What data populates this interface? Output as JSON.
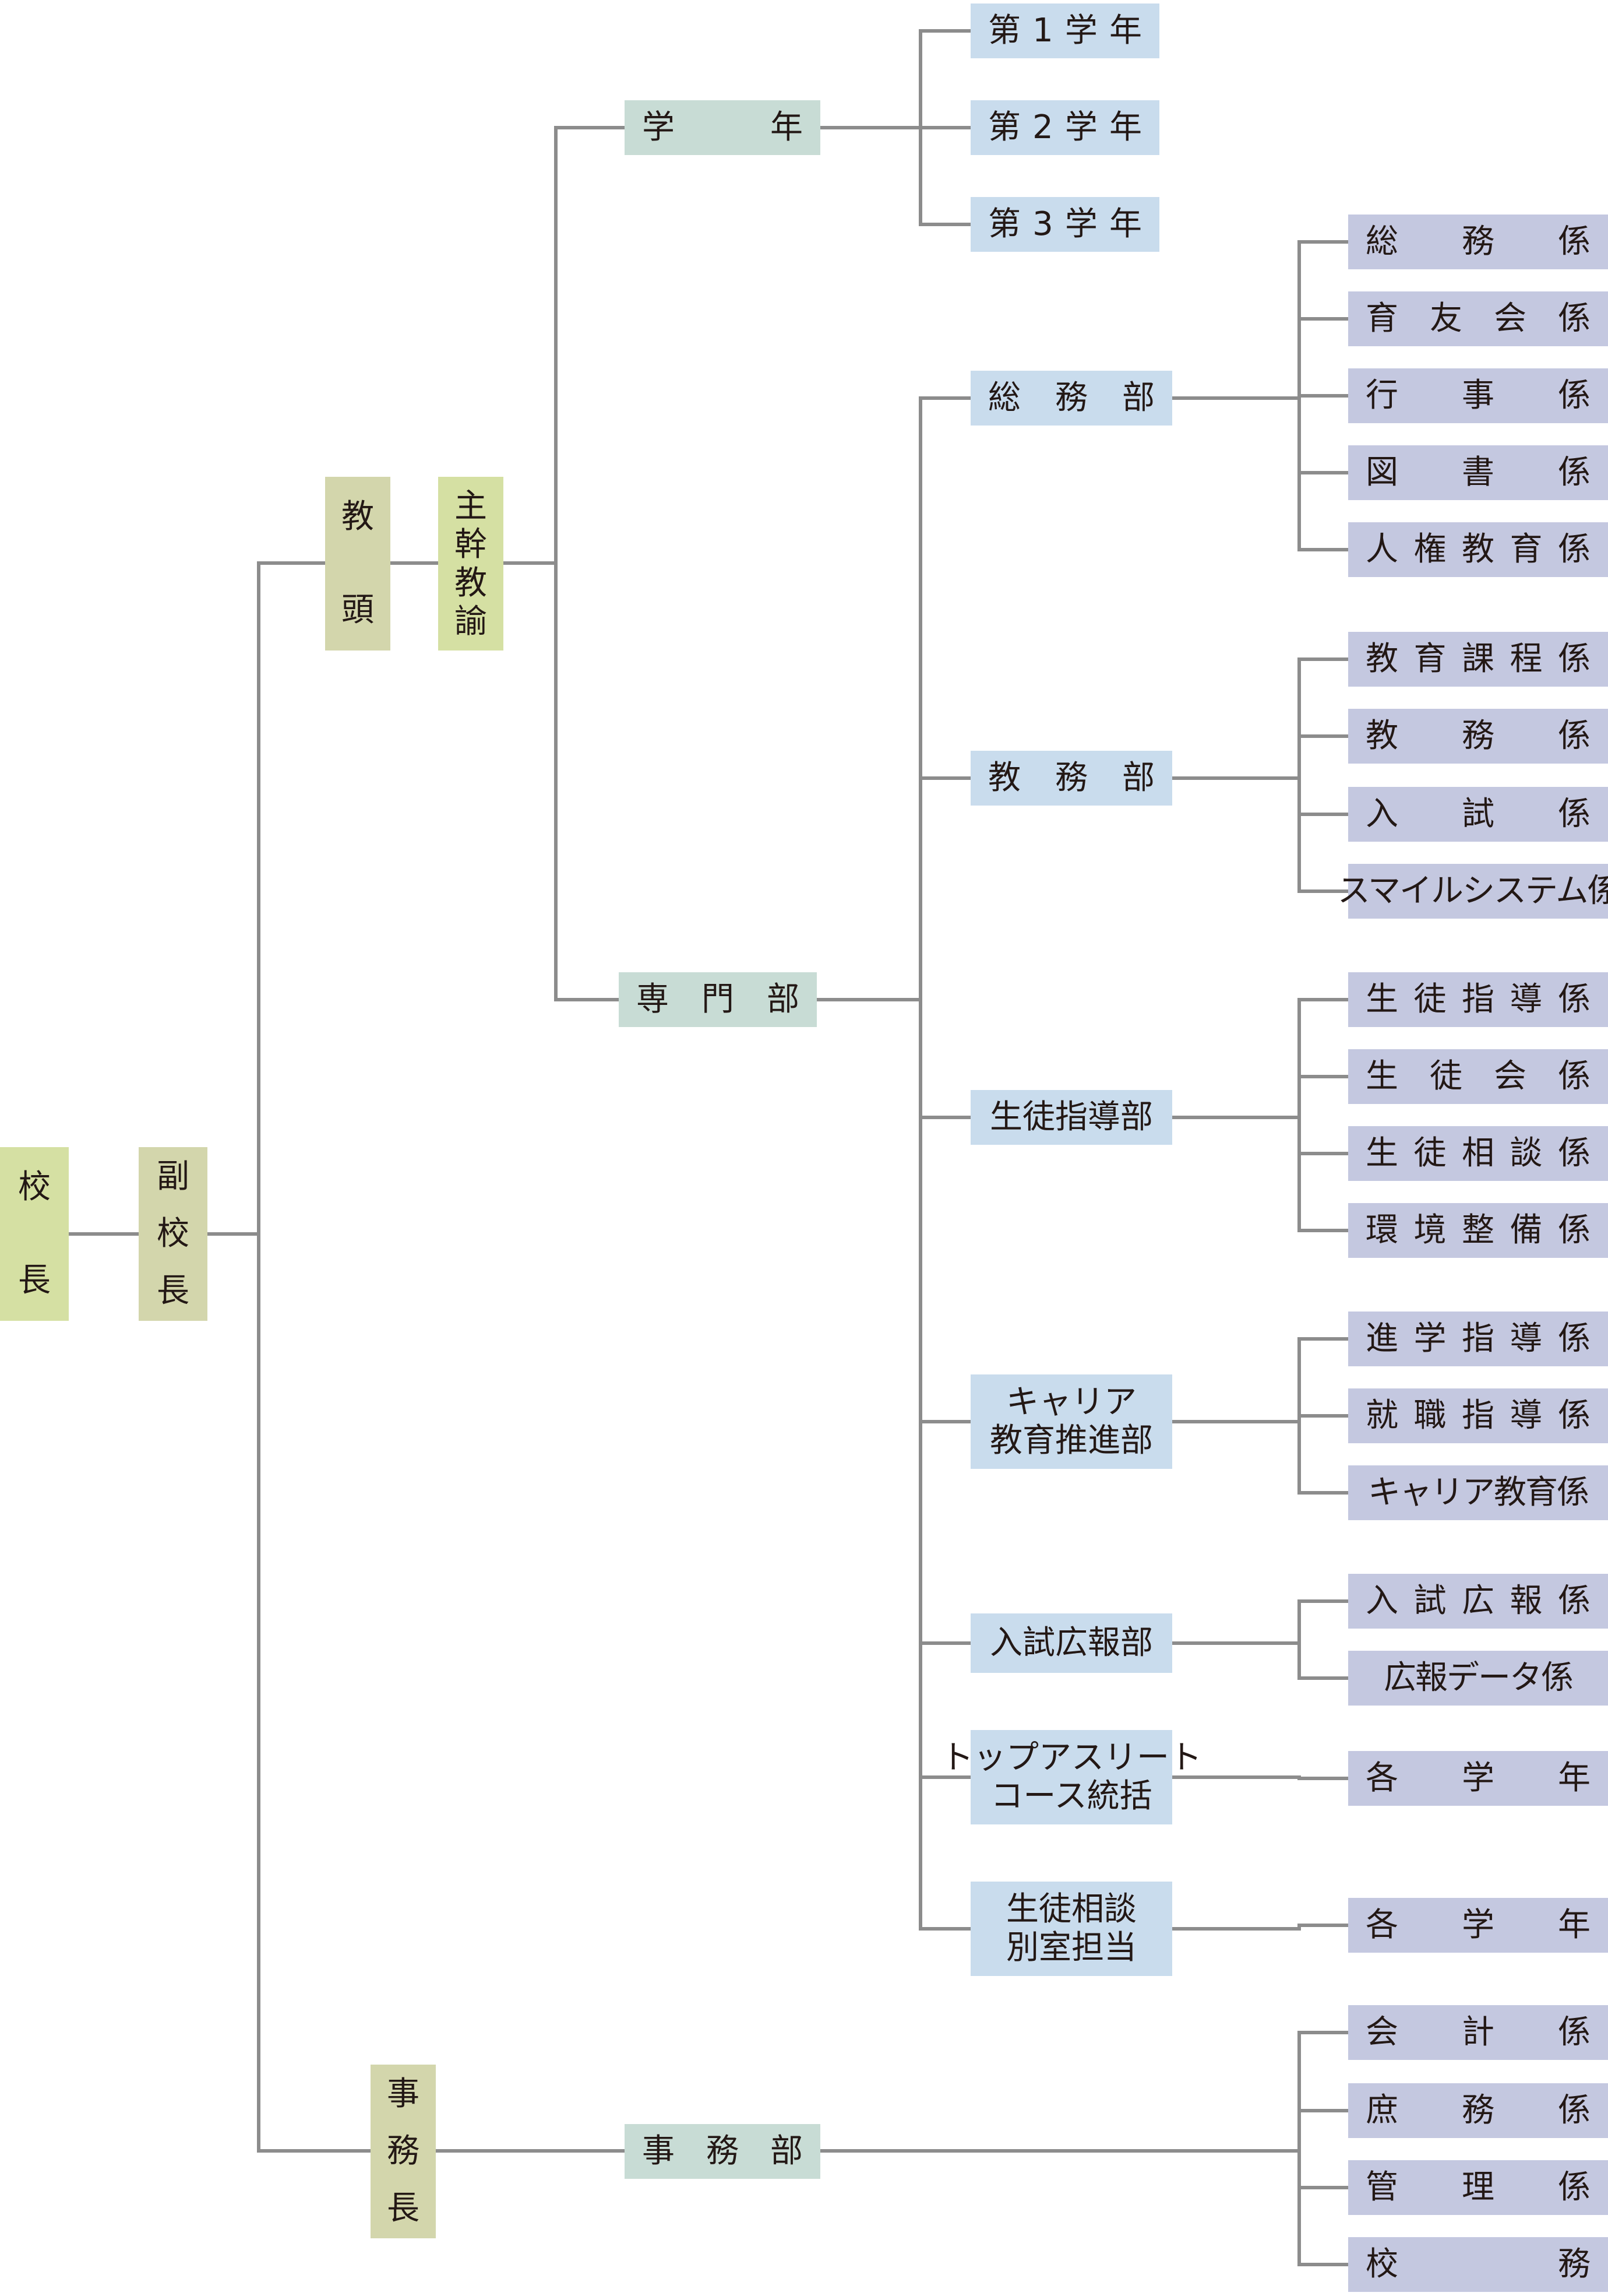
{
  "colors": {
    "line": "#8c8c8c",
    "green": "#d5e0a3",
    "olive": "#d3d6ac",
    "mint": "#c8dcd5",
    "blue": "#c9dced",
    "lavender": "#c4c8e0"
  },
  "nodes": {
    "principal": "校長",
    "vice_principal": "副校長",
    "head_teacher": "教頭",
    "chief_teacher": "主幹教諭",
    "office_chief": "事務長",
    "grade": "学年",
    "specialist_dept": "専門部",
    "office_dept": "事務部",
    "grades": [
      "第1学年",
      "第2学年",
      "第3学年"
    ],
    "depts": {
      "general_affairs": "総務部",
      "academic_affairs": "教務部",
      "student_guidance": "生徒指導部",
      "career_line1": "キャリア",
      "career_line2": "教育推進部",
      "admissions_pr": "入試広報部",
      "athlete_line1": "トップアスリート",
      "athlete_line2": "コース統括",
      "counseling_line1": "生徒相談",
      "counseling_line2": "別室担当"
    },
    "general_affairs_staff": [
      "総務係",
      "育友会係",
      "行事係",
      "図書係",
      "人権教育係"
    ],
    "academic_affairs_staff": [
      "教育課程係",
      "教務係",
      "入試係",
      "スマイルシステム係"
    ],
    "student_guidance_staff": [
      "生徒指導係",
      "生徒会係",
      "生徒相談係",
      "環境整備係"
    ],
    "career_staff": [
      "進学指導係",
      "就職指導係",
      "キャリア教育係"
    ],
    "admissions_pr_staff": [
      "入試広報係",
      "広報データ係"
    ],
    "athlete_staff": "各学年",
    "counseling_staff": "各学年",
    "office_staff": [
      "会計係",
      "庶務係",
      "管理係",
      "校務"
    ]
  }
}
